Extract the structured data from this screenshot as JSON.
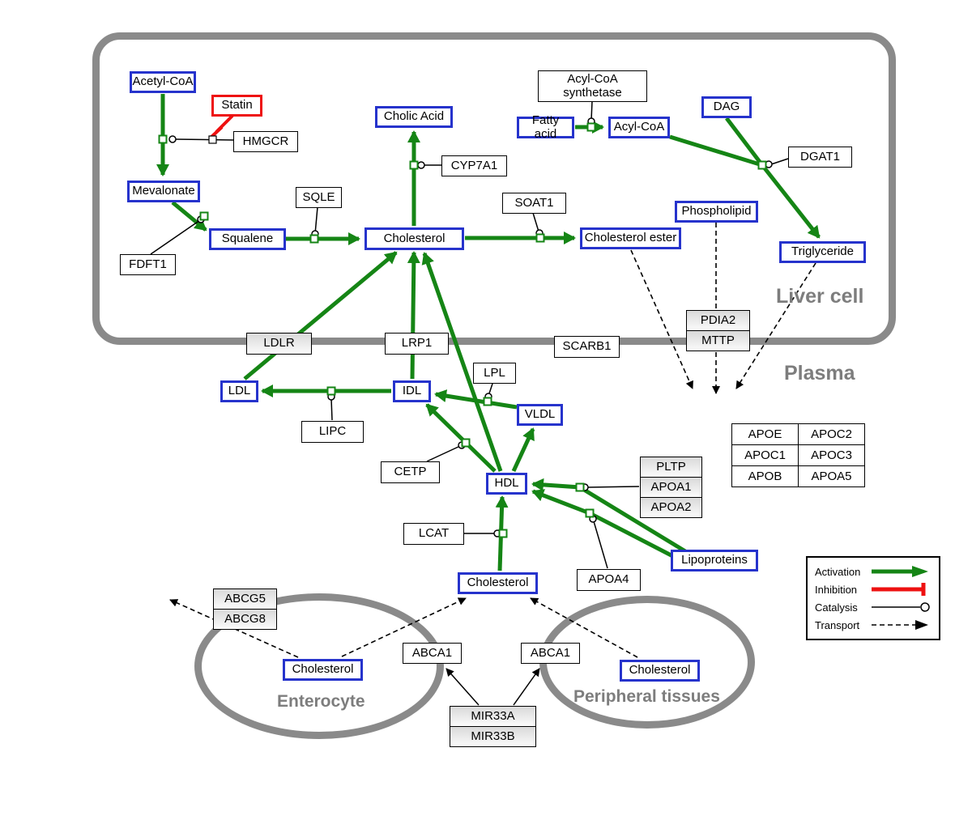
{
  "compartments": {
    "liver": "Liver cell",
    "plasma": "Plasma",
    "enterocyte": "Enterocyte",
    "peripheral": "Peripheral tissues"
  },
  "nodes": {
    "acetyl_coa": "Acetyl-CoA",
    "statin": "Statin",
    "hmgcr": "HMGCR",
    "mevalonate": "Mevalonate",
    "squalene": "Squalene",
    "sqle": "SQLE",
    "fdft1": "FDFT1",
    "cholesterol_liver": "Cholesterol",
    "cholic_acid": "Cholic Acid",
    "cyp7a1": "CYP7A1",
    "soat1": "SOAT1",
    "cholesterol_ester": "Cholesterol ester",
    "fatty_acid": "Fatty acid",
    "acyl_coa": "Acyl-CoA",
    "acyl_coa_synthetase_line1": "Acyl-CoA",
    "acyl_coa_synthetase_line2": "synthetase",
    "dag": "DAG",
    "dgat1": "DGAT1",
    "phospholipid": "Phospholipid",
    "triglyceride": "Triglyceride",
    "pdia2": "PDIA2",
    "mttp": "MTTP",
    "ldlr": "LDLR",
    "lrp1": "LRP1",
    "scarb1": "SCARB1",
    "ldl": "LDL",
    "idl": "IDL",
    "vldl": "VLDL",
    "lipc": "LIPC",
    "lpl": "LPL",
    "cetp": "CETP",
    "hdl": "HDL",
    "lcat": "LCAT",
    "pltp": "PLTP",
    "apoa1": "APOA1",
    "apoa2": "APOA2",
    "apoa4": "APOA4",
    "lipoproteins": "Lipoproteins",
    "cholesterol_plasma": "Cholesterol",
    "abcg5": "ABCG5",
    "abcg8": "ABCG8",
    "cholesterol_enterocyte": "Cholesterol",
    "abca1_enterocyte": "ABCA1",
    "abca1_peripheral": "ABCA1",
    "cholesterol_peripheral": "Cholesterol",
    "mir33a": "MIR33A",
    "mir33b": "MIR33B"
  },
  "apo_table": {
    "rows": [
      [
        "APOE",
        "APOC2"
      ],
      [
        "APOC1",
        "APOC3"
      ],
      [
        "APOB",
        "APOA5"
      ]
    ]
  },
  "legend": {
    "activation": "Activation",
    "inhibition": "Inhibition",
    "catalysis": "Catalysis",
    "transport": "Transport"
  },
  "colors": {
    "activation": "#158515",
    "inhibition": "#ee1111",
    "metabolite_border": "#2633cc",
    "compartment_border": "#8a8a8a"
  },
  "edges": [
    {
      "source": "Acetyl-CoA",
      "target": "Mevalonate",
      "type": "activation",
      "catalyst": "HMGCR"
    },
    {
      "source": "Statin",
      "target": "HMGCR",
      "type": "inhibition"
    },
    {
      "source": "Mevalonate",
      "target": "Squalene",
      "type": "activation",
      "catalyst": "FDFT1"
    },
    {
      "source": "Squalene",
      "target": "Cholesterol",
      "type": "activation",
      "catalyst": "SQLE"
    },
    {
      "source": "Cholesterol",
      "target": "Cholic Acid",
      "type": "activation",
      "catalyst": "CYP7A1"
    },
    {
      "source": "Cholesterol",
      "target": "Cholesterol ester",
      "type": "activation",
      "catalyst": "SOAT1"
    },
    {
      "source": "Fatty acid",
      "target": "Acyl-CoA",
      "type": "activation",
      "catalyst": "Acyl-CoA synthetase"
    },
    {
      "source": "Acyl-CoA",
      "target": "Triglyceride",
      "type": "activation",
      "catalyst": "DGAT1"
    },
    {
      "source": "DAG",
      "target": "Triglyceride",
      "type": "activation",
      "catalyst": "DGAT1"
    },
    {
      "source": "Cholesterol ester",
      "target": "Plasma",
      "type": "transport"
    },
    {
      "source": "Phospholipid",
      "target": "Plasma",
      "type": "transport"
    },
    {
      "source": "Triglyceride",
      "target": "Plasma",
      "type": "transport"
    },
    {
      "source": "LDL",
      "target": "Cholesterol",
      "type": "activation",
      "via": "LDLR"
    },
    {
      "source": "IDL",
      "target": "Cholesterol",
      "type": "activation",
      "via": "LRP1"
    },
    {
      "source": "HDL",
      "target": "Cholesterol",
      "type": "activation",
      "via": "SCARB1"
    },
    {
      "source": "IDL",
      "target": "LDL",
      "type": "activation",
      "catalyst": "LIPC"
    },
    {
      "source": "VLDL",
      "target": "IDL",
      "type": "activation",
      "catalyst": "LPL"
    },
    {
      "source": "HDL",
      "target": "IDL",
      "type": "activation",
      "catalyst": "CETP"
    },
    {
      "source": "HDL",
      "target": "VLDL",
      "type": "activation"
    },
    {
      "source": "Lipoproteins",
      "target": "HDL",
      "type": "activation",
      "catalyst": "PLTP"
    },
    {
      "source": "Lipoproteins",
      "target": "HDL",
      "type": "activation",
      "catalyst": "APOA4"
    },
    {
      "source": "Cholesterol",
      "target": "HDL",
      "type": "activation",
      "catalyst": "LCAT"
    },
    {
      "source": "Cholesterol",
      "target": "ABCG5/ABCG8",
      "type": "transport"
    },
    {
      "source": "Cholesterol",
      "target": "Cholesterol",
      "type": "transport",
      "via": "ABCA1"
    },
    {
      "source": "Cholesterol",
      "target": "Cholesterol",
      "type": "transport",
      "via": "ABCA1"
    },
    {
      "source": "MIR33A",
      "target": "ABCA1",
      "type": "regulation"
    },
    {
      "source": "MIR33B",
      "target": "ABCA1",
      "type": "regulation"
    }
  ]
}
